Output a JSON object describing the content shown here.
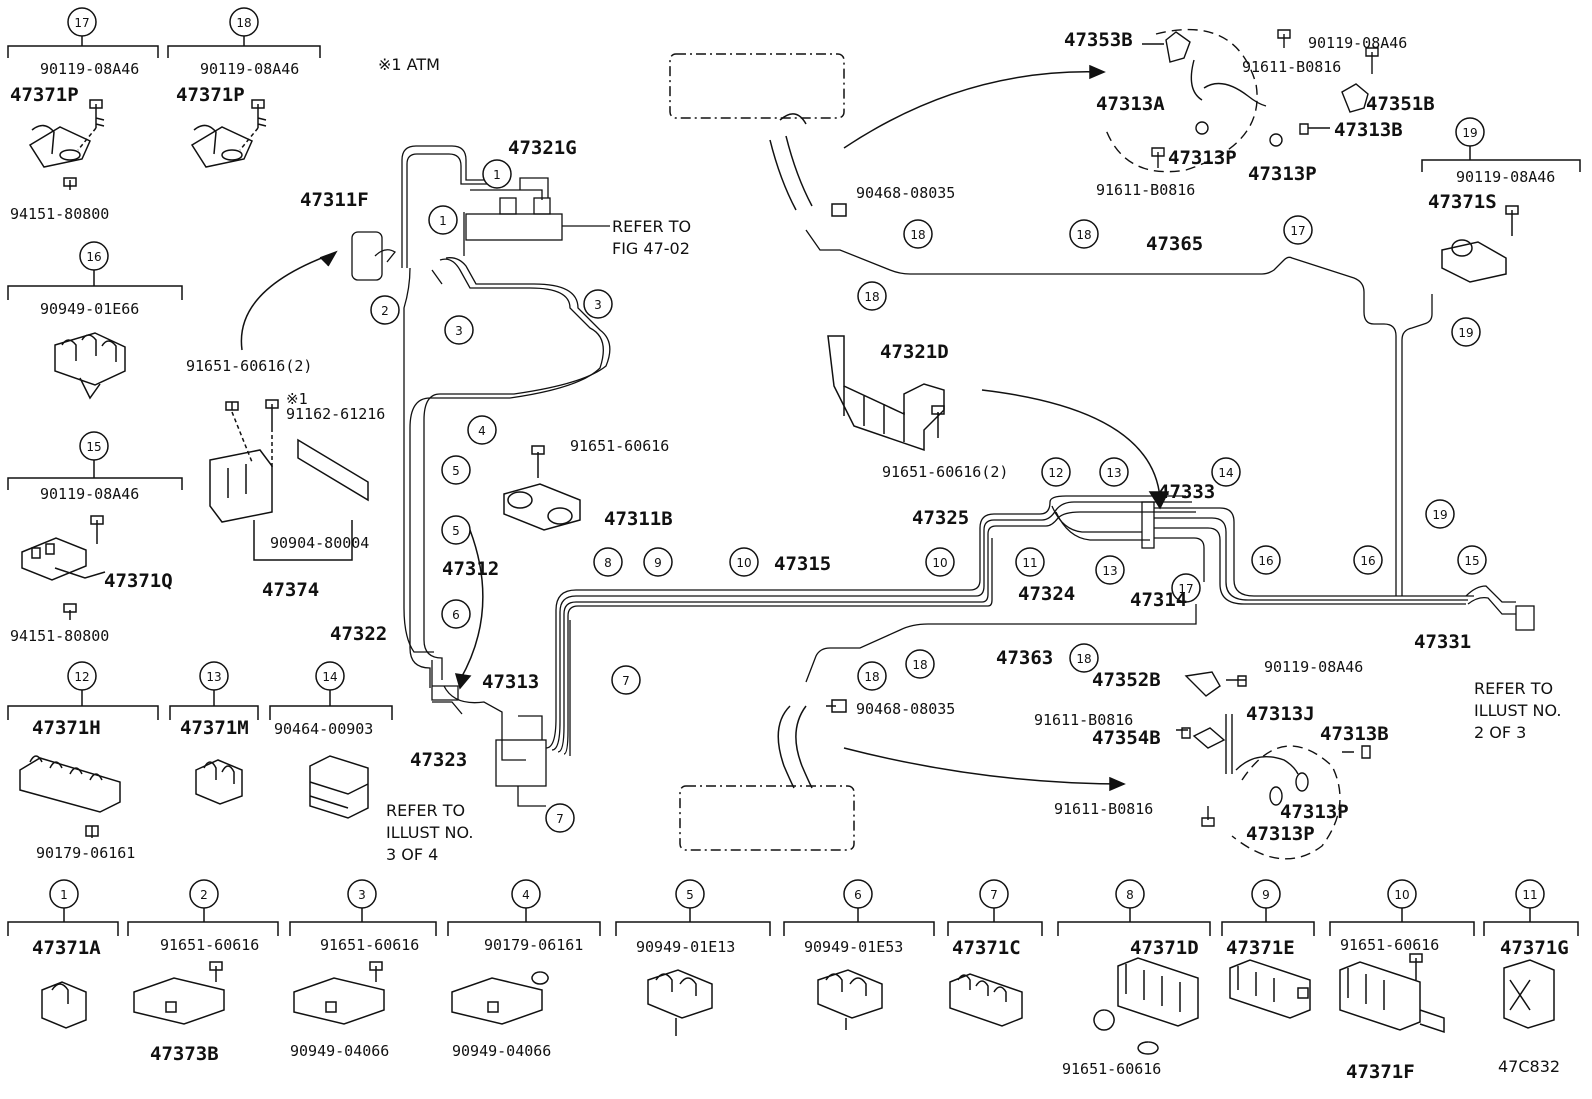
{
  "figure_code": "47C832",
  "atm_note": "※1 ATM",
  "legend_boxes": [
    {
      "num": "17",
      "parts": [
        "90119-08A46",
        "47371P",
        "94151-80800"
      ]
    },
    {
      "num": "18",
      "parts": [
        "90119-08A46",
        "47371P"
      ]
    },
    {
      "num": "16",
      "parts": [
        "90949-01E66"
      ]
    },
    {
      "num": "15",
      "parts": [
        "90119-08A46",
        "47371Q",
        "94151-80800"
      ]
    },
    {
      "num": "12",
      "parts": [
        "47371H",
        "90179-06161"
      ]
    },
    {
      "num": "13",
      "parts": [
        "47371M"
      ]
    },
    {
      "num": "14",
      "parts": [
        "90464-00903"
      ]
    },
    {
      "num": "19",
      "parts": [
        "90119-08A46",
        "47371S"
      ]
    },
    {
      "num": "1",
      "parts": [
        "47371A"
      ]
    },
    {
      "num": "2",
      "parts": [
        "91651-60616",
        "47373B"
      ]
    },
    {
      "num": "3",
      "parts": [
        "91651-60616",
        "90949-04066"
      ]
    },
    {
      "num": "4",
      "parts": [
        "90179-06161",
        "90949-04066"
      ]
    },
    {
      "num": "5",
      "parts": [
        "90949-01E13"
      ]
    },
    {
      "num": "6",
      "parts": [
        "90949-01E53"
      ]
    },
    {
      "num": "7",
      "parts": [
        "47371C"
      ]
    },
    {
      "num": "8",
      "parts": [
        "47371D",
        "91651-60616"
      ]
    },
    {
      "num": "9",
      "parts": [
        "47371E"
      ]
    },
    {
      "num": "10",
      "parts": [
        "91651-60616",
        "47371F"
      ]
    },
    {
      "num": "11",
      "parts": [
        "47371G"
      ]
    }
  ],
  "labels": {
    "p47321G": "47321G",
    "p47311F": "47311F",
    "refer_fig": "REFER TO",
    "refer_fig2": "FIG 47-02",
    "p91651_60616_2a": "91651-60616(2)",
    "p91162": "91162-61216",
    "star1": "※1",
    "p90904": "90904-80004",
    "p47374": "47374",
    "p91651_60616a": "91651-60616",
    "p47311B": "47311B",
    "p47312": "47312",
    "p47322": "47322",
    "p47313": "47313",
    "p47323": "47323",
    "refer3": "REFER TO",
    "refer3b": "ILLUST NO.",
    "refer3c": "3 OF 4",
    "p47315": "47315",
    "p47324": "47324",
    "p47325": "47325",
    "p47333": "47333",
    "p47314": "47314",
    "p47363": "47363",
    "p47331": "47331",
    "refer2": "REFER TO",
    "refer2b": "ILLUST NO.",
    "refer2c": "2 OF 3",
    "p47365": "47365",
    "p47321D": "47321D",
    "p91651_60616_2b": "91651-60616(2)",
    "p90468a": "90468-08035",
    "p90468b": "90468-08035",
    "p47353B": "47353B",
    "p90119a": "90119-08A46",
    "p91611a": "91611-B0816",
    "p47313A": "47313A",
    "p47351B": "47351B",
    "p47313Ba": "47313B",
    "p47313Pa": "47313P",
    "p91611b": "91611-B0816",
    "p47313Pb": "47313P",
    "p47352B": "47352B",
    "p90119b": "90119-08A46",
    "p91611c": "91611-B0816",
    "p47313J": "47313J",
    "p47354B": "47354B",
    "p47313Bb": "47313B",
    "p47313Pc": "47313P",
    "p91611d": "91611-B0816",
    "p47313Pd": "47313P"
  },
  "callouts": [
    "1",
    "1",
    "2",
    "3",
    "3",
    "4",
    "5",
    "5",
    "6",
    "7",
    "7",
    "8",
    "9",
    "10",
    "10",
    "11",
    "12",
    "13",
    "13",
    "14",
    "15",
    "16",
    "16",
    "17",
    "17",
    "18",
    "18",
    "18",
    "18",
    "18",
    "18",
    "19",
    "19"
  ]
}
